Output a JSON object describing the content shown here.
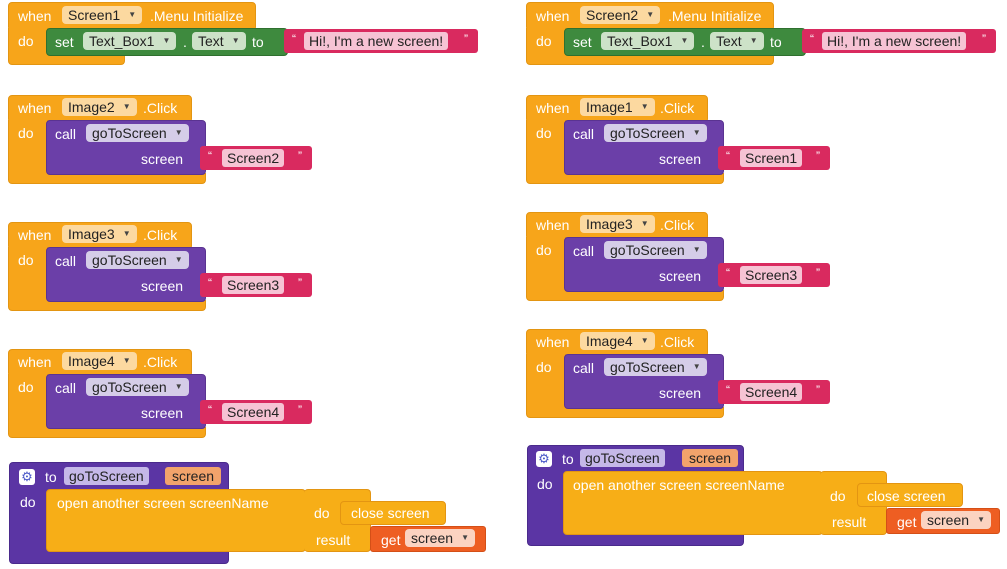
{
  "labels": {
    "when": "when",
    "do": "do",
    "set": "set",
    "to": "to",
    "call": "call",
    "screen": "screen",
    "dot": ".",
    "quote_open": "“",
    "quote_close": "”",
    "open_another_screen": "open another screen  screenName",
    "close_screen": "close screen",
    "result": "result",
    "get": "get"
  },
  "colors": {
    "event_block": "#f7a51a",
    "call_block": "#6b3fa8",
    "set_block": "#3e8a3e",
    "text_block": "#d92a5f",
    "procedure_block": "#5b35a4",
    "get_block": "#ee5e22"
  },
  "icons": {
    "settings": "gear-icon",
    "dropdown": "chevron-down-icon"
  },
  "left": {
    "init": {
      "component": "Screen1",
      "event": ".Menu Initialize",
      "target": "Text_Box1",
      "property": "Text",
      "value": "Hi!, I'm a new screen!"
    },
    "clicks": [
      {
        "component": "Image2",
        "event": ".Click",
        "procedure": "goToScreen",
        "arg": "Screen2"
      },
      {
        "component": "Image3",
        "event": ".Click",
        "procedure": "goToScreen",
        "arg": "Screen3"
      },
      {
        "component": "Image4",
        "event": ".Click",
        "procedure": "goToScreen",
        "arg": "Screen4"
      }
    ],
    "procedure": {
      "name": "goToScreen",
      "param": "screen",
      "get_var": "screen"
    }
  },
  "right": {
    "init": {
      "component": "Screen2",
      "event": ".Menu Initialize",
      "target": "Text_Box1",
      "property": "Text",
      "value": "Hi!, I'm a new screen!"
    },
    "clicks": [
      {
        "component": "Image1",
        "event": ".Click",
        "procedure": "goToScreen",
        "arg": "Screen1"
      },
      {
        "component": "Image3",
        "event": ".Click",
        "procedure": "goToScreen",
        "arg": "Screen3"
      },
      {
        "component": "Image4",
        "event": ".Click",
        "procedure": "goToScreen",
        "arg": "Screen4"
      }
    ],
    "procedure": {
      "name": "goToScreen",
      "param": "screen",
      "get_var": "screen"
    }
  }
}
